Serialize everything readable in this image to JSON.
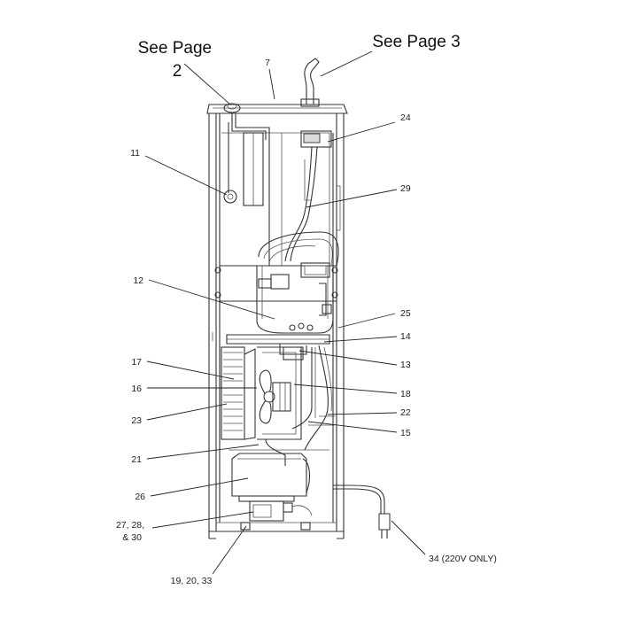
{
  "references": {
    "page2": [
      "See Page",
      "2"
    ],
    "page3": "See Page 3"
  },
  "callouts": {
    "c7": "7",
    "c24": "24",
    "c11": "11",
    "c29": "29",
    "c12": "12",
    "c25": "25",
    "c14": "14",
    "c17": "17",
    "c13": "13",
    "c16": "16",
    "c18": "18",
    "c22": "22",
    "c23": "23",
    "c15": "15",
    "c21": "21",
    "c26": "26",
    "c27": [
      "27, 28,",
      "& 30"
    ],
    "c19": "19, 20, 33",
    "c34": "34 (220V ONLY)"
  }
}
